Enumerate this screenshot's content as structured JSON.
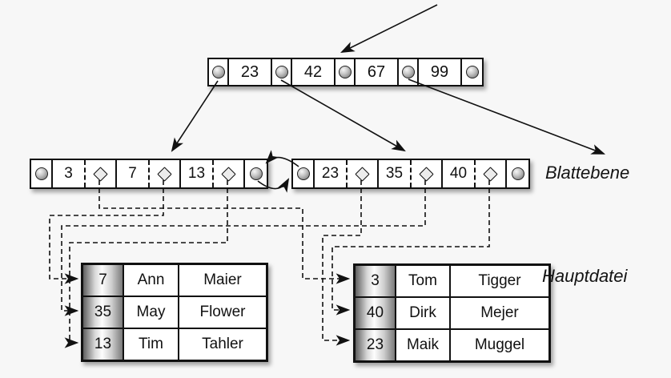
{
  "colors": {
    "background": "#f7f7f7",
    "ink": "#111111",
    "cell_fill": "#ffffff",
    "key_column_gray": "#7a7a7a"
  },
  "icons": {
    "pointer": "sphere-dot",
    "record_ref": "diamond"
  },
  "index_node": {
    "keys": [
      "23",
      "42",
      "67",
      "99"
    ]
  },
  "leaf_level": {
    "label": "Blattebene",
    "left_leaf": {
      "keys": [
        "3",
        "7",
        "13"
      ]
    },
    "right_leaf": {
      "keys": [
        "23",
        "35",
        "40"
      ]
    }
  },
  "main_file": {
    "label": "Hauptdatei",
    "left_table": {
      "rows": [
        {
          "key": "7",
          "first_name": "Ann",
          "last_name": "Maier"
        },
        {
          "key": "35",
          "first_name": "May",
          "last_name": "Flower"
        },
        {
          "key": "13",
          "first_name": "Tim",
          "last_name": "Tahler"
        }
      ]
    },
    "right_table": {
      "rows": [
        {
          "key": "3",
          "first_name": "Tom",
          "last_name": "Tigger"
        },
        {
          "key": "40",
          "first_name": "Dirk",
          "last_name": "Mejer"
        },
        {
          "key": "23",
          "first_name": "Maik",
          "last_name": "Muggel"
        }
      ]
    }
  }
}
